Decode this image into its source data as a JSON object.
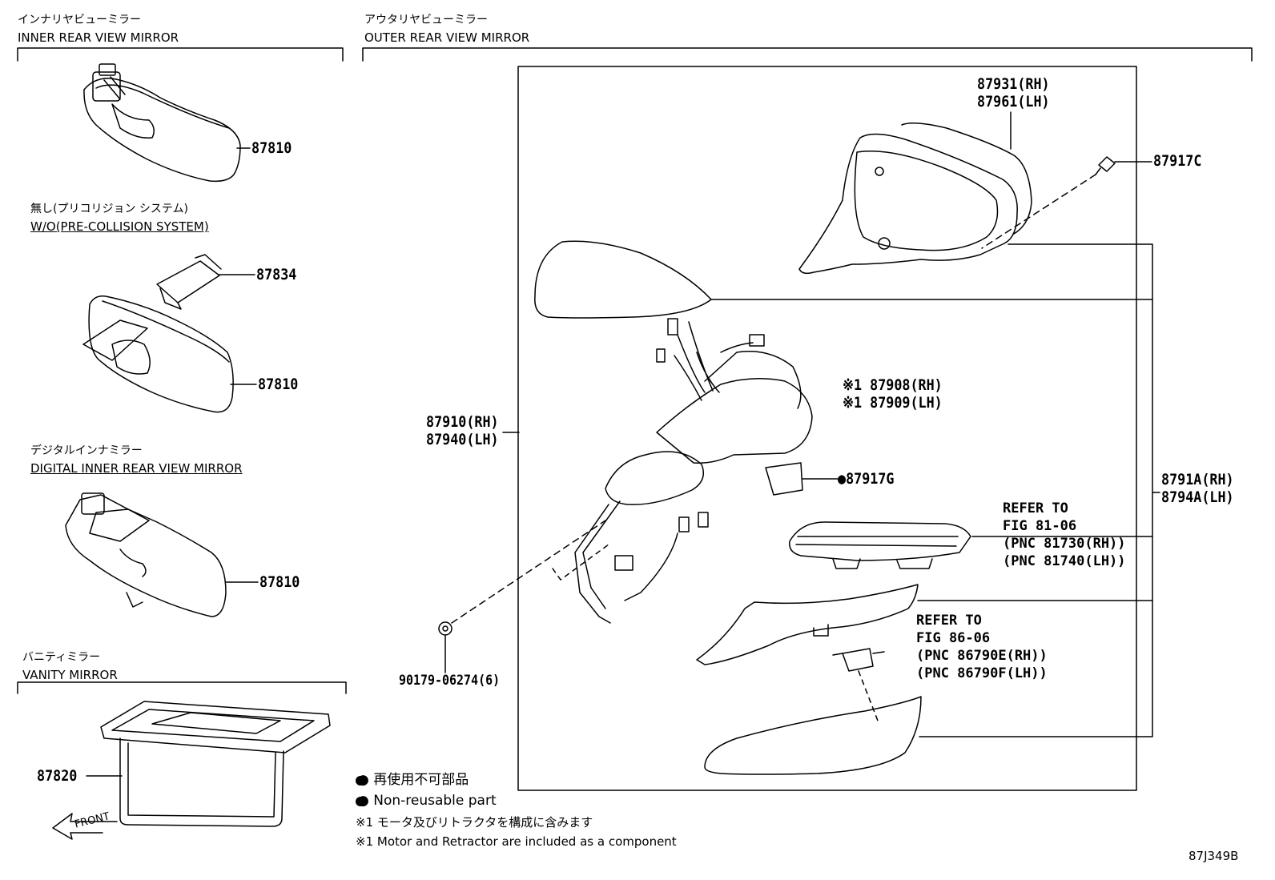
{
  "sections": {
    "inner": {
      "jp": "インナリヤビューミラー",
      "en": "INNER REAR VIEW MIRROR"
    },
    "outer": {
      "jp": "アウタリヤビューミラー",
      "en": "OUTER REAR VIEW MIRROR"
    },
    "wo_pcs": {
      "jp": "無し(プリコリジョン システム)",
      "en": "W/O(PRE-COLLISION SYSTEM)"
    },
    "digital": {
      "jp": "デジタルインナミラー",
      "en": "DIGITAL INNER REAR VIEW MIRROR"
    },
    "vanity": {
      "jp": "バニティミラー",
      "en": "VANITY MIRROR"
    }
  },
  "parts": {
    "p87810_a": "87810",
    "p87834": "87834",
    "p87810_b": "87810",
    "p87810_c": "87810",
    "p87820": "87820",
    "p87931": "87931(RH)",
    "p87961": "87961(LH)",
    "p87917c": "87917C",
    "p87908": "※1 87908(RH)",
    "p87909": "※1 87909(LH)",
    "p87910": "87910(RH)",
    "p87940": "87940(LH)",
    "p87917g": "●87917G",
    "p8791a": "8791A(RH)",
    "p8794a": "8794A(LH)",
    "p90179": "90179-06274(6)"
  },
  "refs": {
    "ref1": [
      "REFER TO",
      "FIG 81-06",
      "(PNC 81730(RH))",
      "(PNC 81740(LH))"
    ],
    "ref2": [
      "REFER TO",
      "FIG 86-06",
      "(PNC 86790E(RH))",
      "(PNC 86790F(LH))"
    ]
  },
  "front_label": "FRONT",
  "legend": {
    "jp": "● 再使用不可部品",
    "en": "● Non-reusable part",
    "note_jp": "※1 モータ及びリトラクタを構成に含みます",
    "note_en": "※1 Motor and Retractor are included as a component"
  },
  "figure_id": "87J349B"
}
